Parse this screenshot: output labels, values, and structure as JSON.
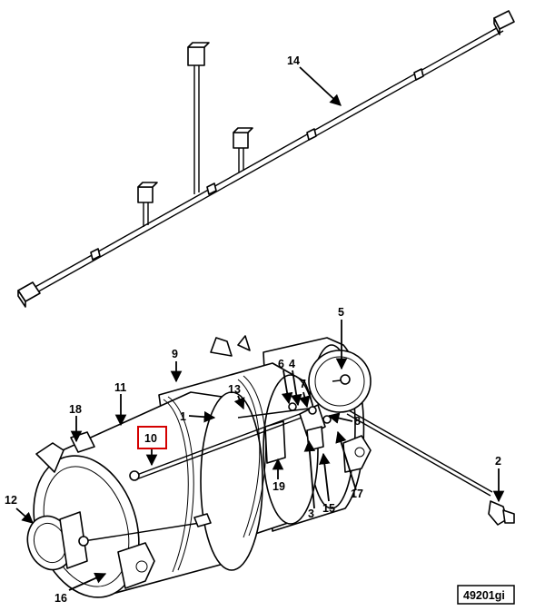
{
  "figure": {
    "reference_id": "49201gi",
    "highlight_color": "#d40000",
    "callouts": {
      "c1": "1",
      "c2": "2",
      "c3": "3",
      "c4": "4",
      "c5": "5",
      "c6": "6",
      "c7": "7",
      "c8": "8",
      "c9": "9",
      "c10": "10",
      "c11": "11",
      "c12": "12",
      "c13": "13",
      "c14": "14",
      "c15": "15",
      "c16": "16",
      "c17": "17",
      "c18": "18",
      "c19": "19"
    },
    "highlighted_callout": "10"
  }
}
